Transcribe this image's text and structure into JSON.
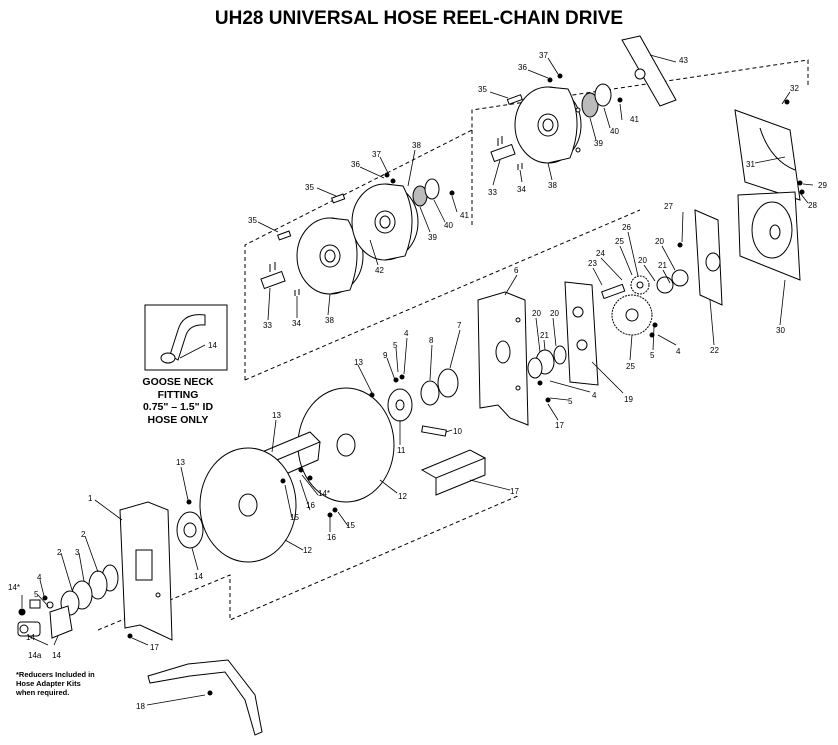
{
  "title": "UH28 UNIVERSAL HOSE REEL-CHAIN DRIVE",
  "gooseneck": {
    "line1": "GOOSE NECK",
    "line2": "FITTING",
    "line3": "0.75\" – 1.5\" ID",
    "line4": "HOSE ONLY"
  },
  "footnote": {
    "line1": "*Reducers Included in",
    "line2": "Hose Adapter Kits",
    "line3": "when required."
  },
  "callouts": {
    "c43": "43",
    "c37a": "37",
    "c36a": "36",
    "c35a": "35",
    "c41a": "41",
    "c40a": "40",
    "c39a": "39",
    "c33a": "33",
    "c34a": "34",
    "c38a": "38",
    "c32": "32",
    "c31": "31",
    "c29": "29",
    "c28": "28",
    "c37b": "37",
    "c36b": "36",
    "c38b": "38",
    "c35b": "35",
    "c41b": "41",
    "c40b": "40",
    "c39b": "39",
    "c35c": "35",
    "c42": "42",
    "c33b": "33",
    "c34b": "34",
    "c38c": "38",
    "c27": "27",
    "c20a": "20",
    "c26": "26",
    "c25a": "25",
    "c24": "24",
    "c23": "23",
    "c20b": "20",
    "c21a": "21",
    "c30": "30",
    "c22": "22",
    "c4a": "4",
    "c5a": "5",
    "c25b": "25",
    "c6": "6",
    "c20c": "20",
    "c20d": "20",
    "c21b": "21",
    "c19": "19",
    "c4b": "4",
    "c5b": "5",
    "c17a": "17",
    "c7": "7",
    "c8": "8",
    "c4c": "4",
    "c5c": "5",
    "c9": "9",
    "c13a": "13",
    "c10": "10",
    "c11": "11",
    "c13b": "13",
    "c12a": "12",
    "c14star": "14*",
    "c16a": "16",
    "c15a": "15",
    "c17b": "17",
    "c13c": "13",
    "c16b": "16",
    "c15b": "15",
    "c12b": "12",
    "c14a": "14",
    "c1": "1",
    "c2a": "2",
    "c2b": "2",
    "c3": "3",
    "c14starb": "14*",
    "c4d": "4",
    "c5d": "5",
    "c14b": "14",
    "c14c": "14",
    "c14d": "14a",
    "c17c": "17",
    "c18": "18",
    "c14e": "14"
  }
}
